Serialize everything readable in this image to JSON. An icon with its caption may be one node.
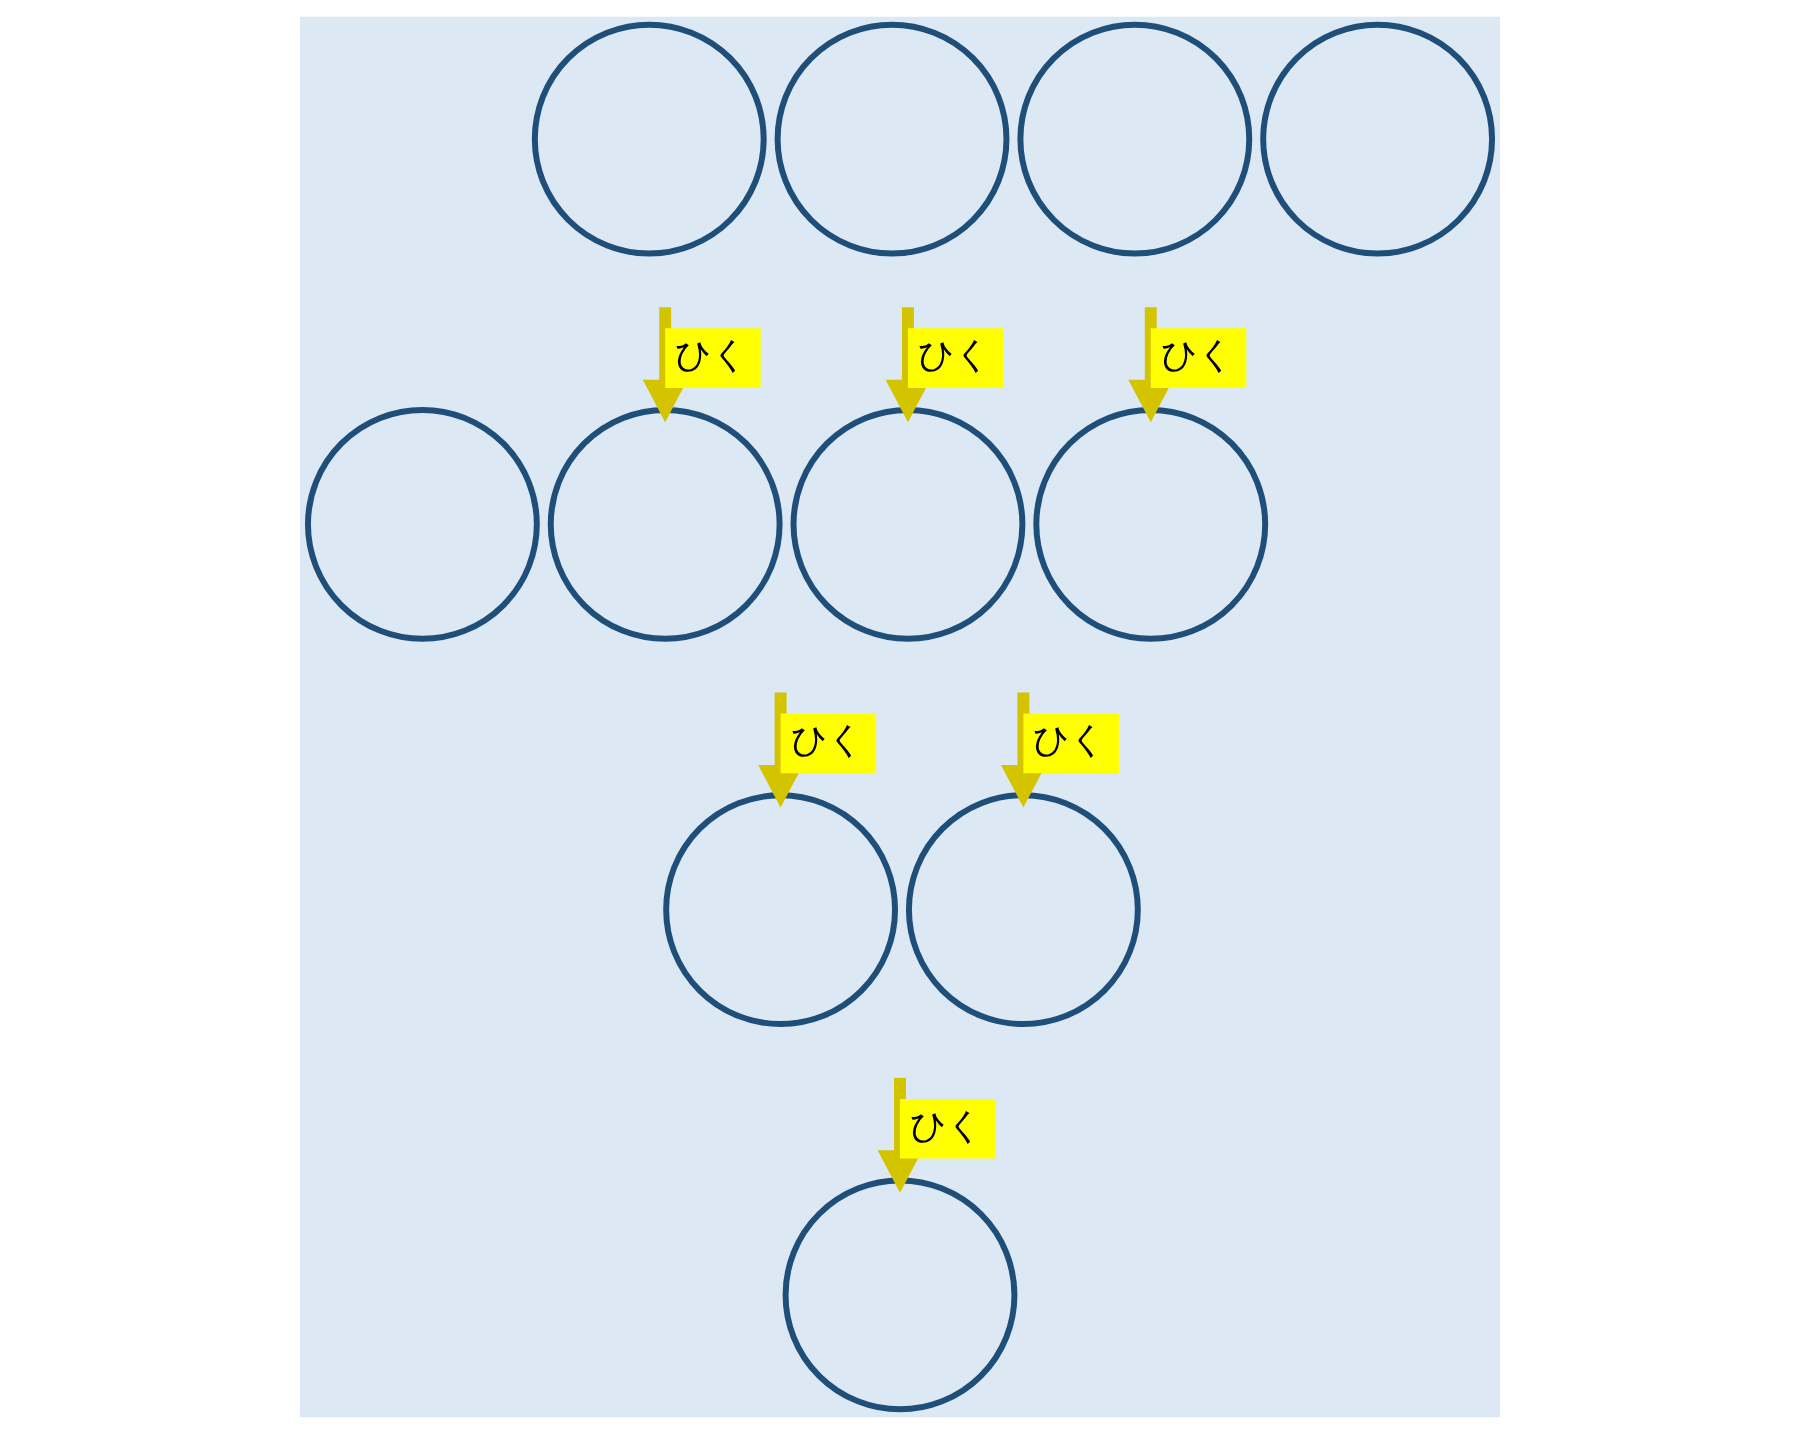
{
  "diagram": {
    "nodes": [
      {
        "text": [],
        "shape": "circle"
      },
      {
        "text": [],
        "shape": "circle"
      },
      {
        "text": [],
        "shape": "circle"
      },
      {
        "text": [],
        "shape": "circle"
      },
      {
        "text": [],
        "shape": "circle"
      },
      {
        "text": [],
        "shape": "circle"
      },
      {
        "text": [],
        "shape": "circle"
      },
      {
        "text": [],
        "shape": "circle"
      },
      {
        "text": [],
        "shape": "circle"
      },
      {
        "text": [],
        "shape": "circle"
      },
      {
        "text": [],
        "shape": "circle"
      }
    ],
    "edges": [
      {
        "from": null,
        "to": 5,
        "arrow": "to",
        "label": "ひく"
      },
      {
        "from": null,
        "to": 6,
        "arrow": "to",
        "label": "ひく"
      },
      {
        "from": null,
        "to": 7,
        "arrow": "to",
        "label": "ひく"
      },
      {
        "from": null,
        "to": 8,
        "arrow": "to",
        "label": "ひく"
      },
      {
        "from": null,
        "to": 9,
        "arrow": "to",
        "label": "ひく"
      },
      {
        "from": null,
        "to": 10,
        "arrow": "to",
        "label": "ひく"
      }
    ]
  }
}
